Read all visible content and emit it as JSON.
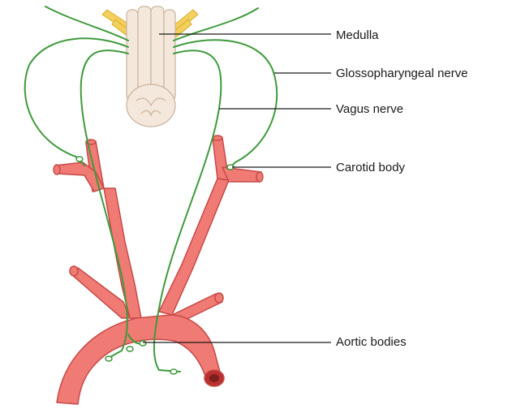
{
  "labels": {
    "medulla": "Medulla",
    "glossopharyngeal_nerve": "Glossopharyngeal nerve",
    "vagus_nerve": "Vagus nerve",
    "carotid_body": "Carotid body",
    "aortic_bodies": "Aortic bodies"
  },
  "colors": {
    "artery_fill": "#f07a74",
    "artery_stroke": "#c64a48",
    "artery_lumen": "#b8302f",
    "nerve": "#3f9a3c",
    "medulla_fill": "#f4e8dc",
    "medulla_stroke": "#c9b49c",
    "root_fill": "#f3cf5b",
    "leader_line": "#1a1a1a"
  }
}
